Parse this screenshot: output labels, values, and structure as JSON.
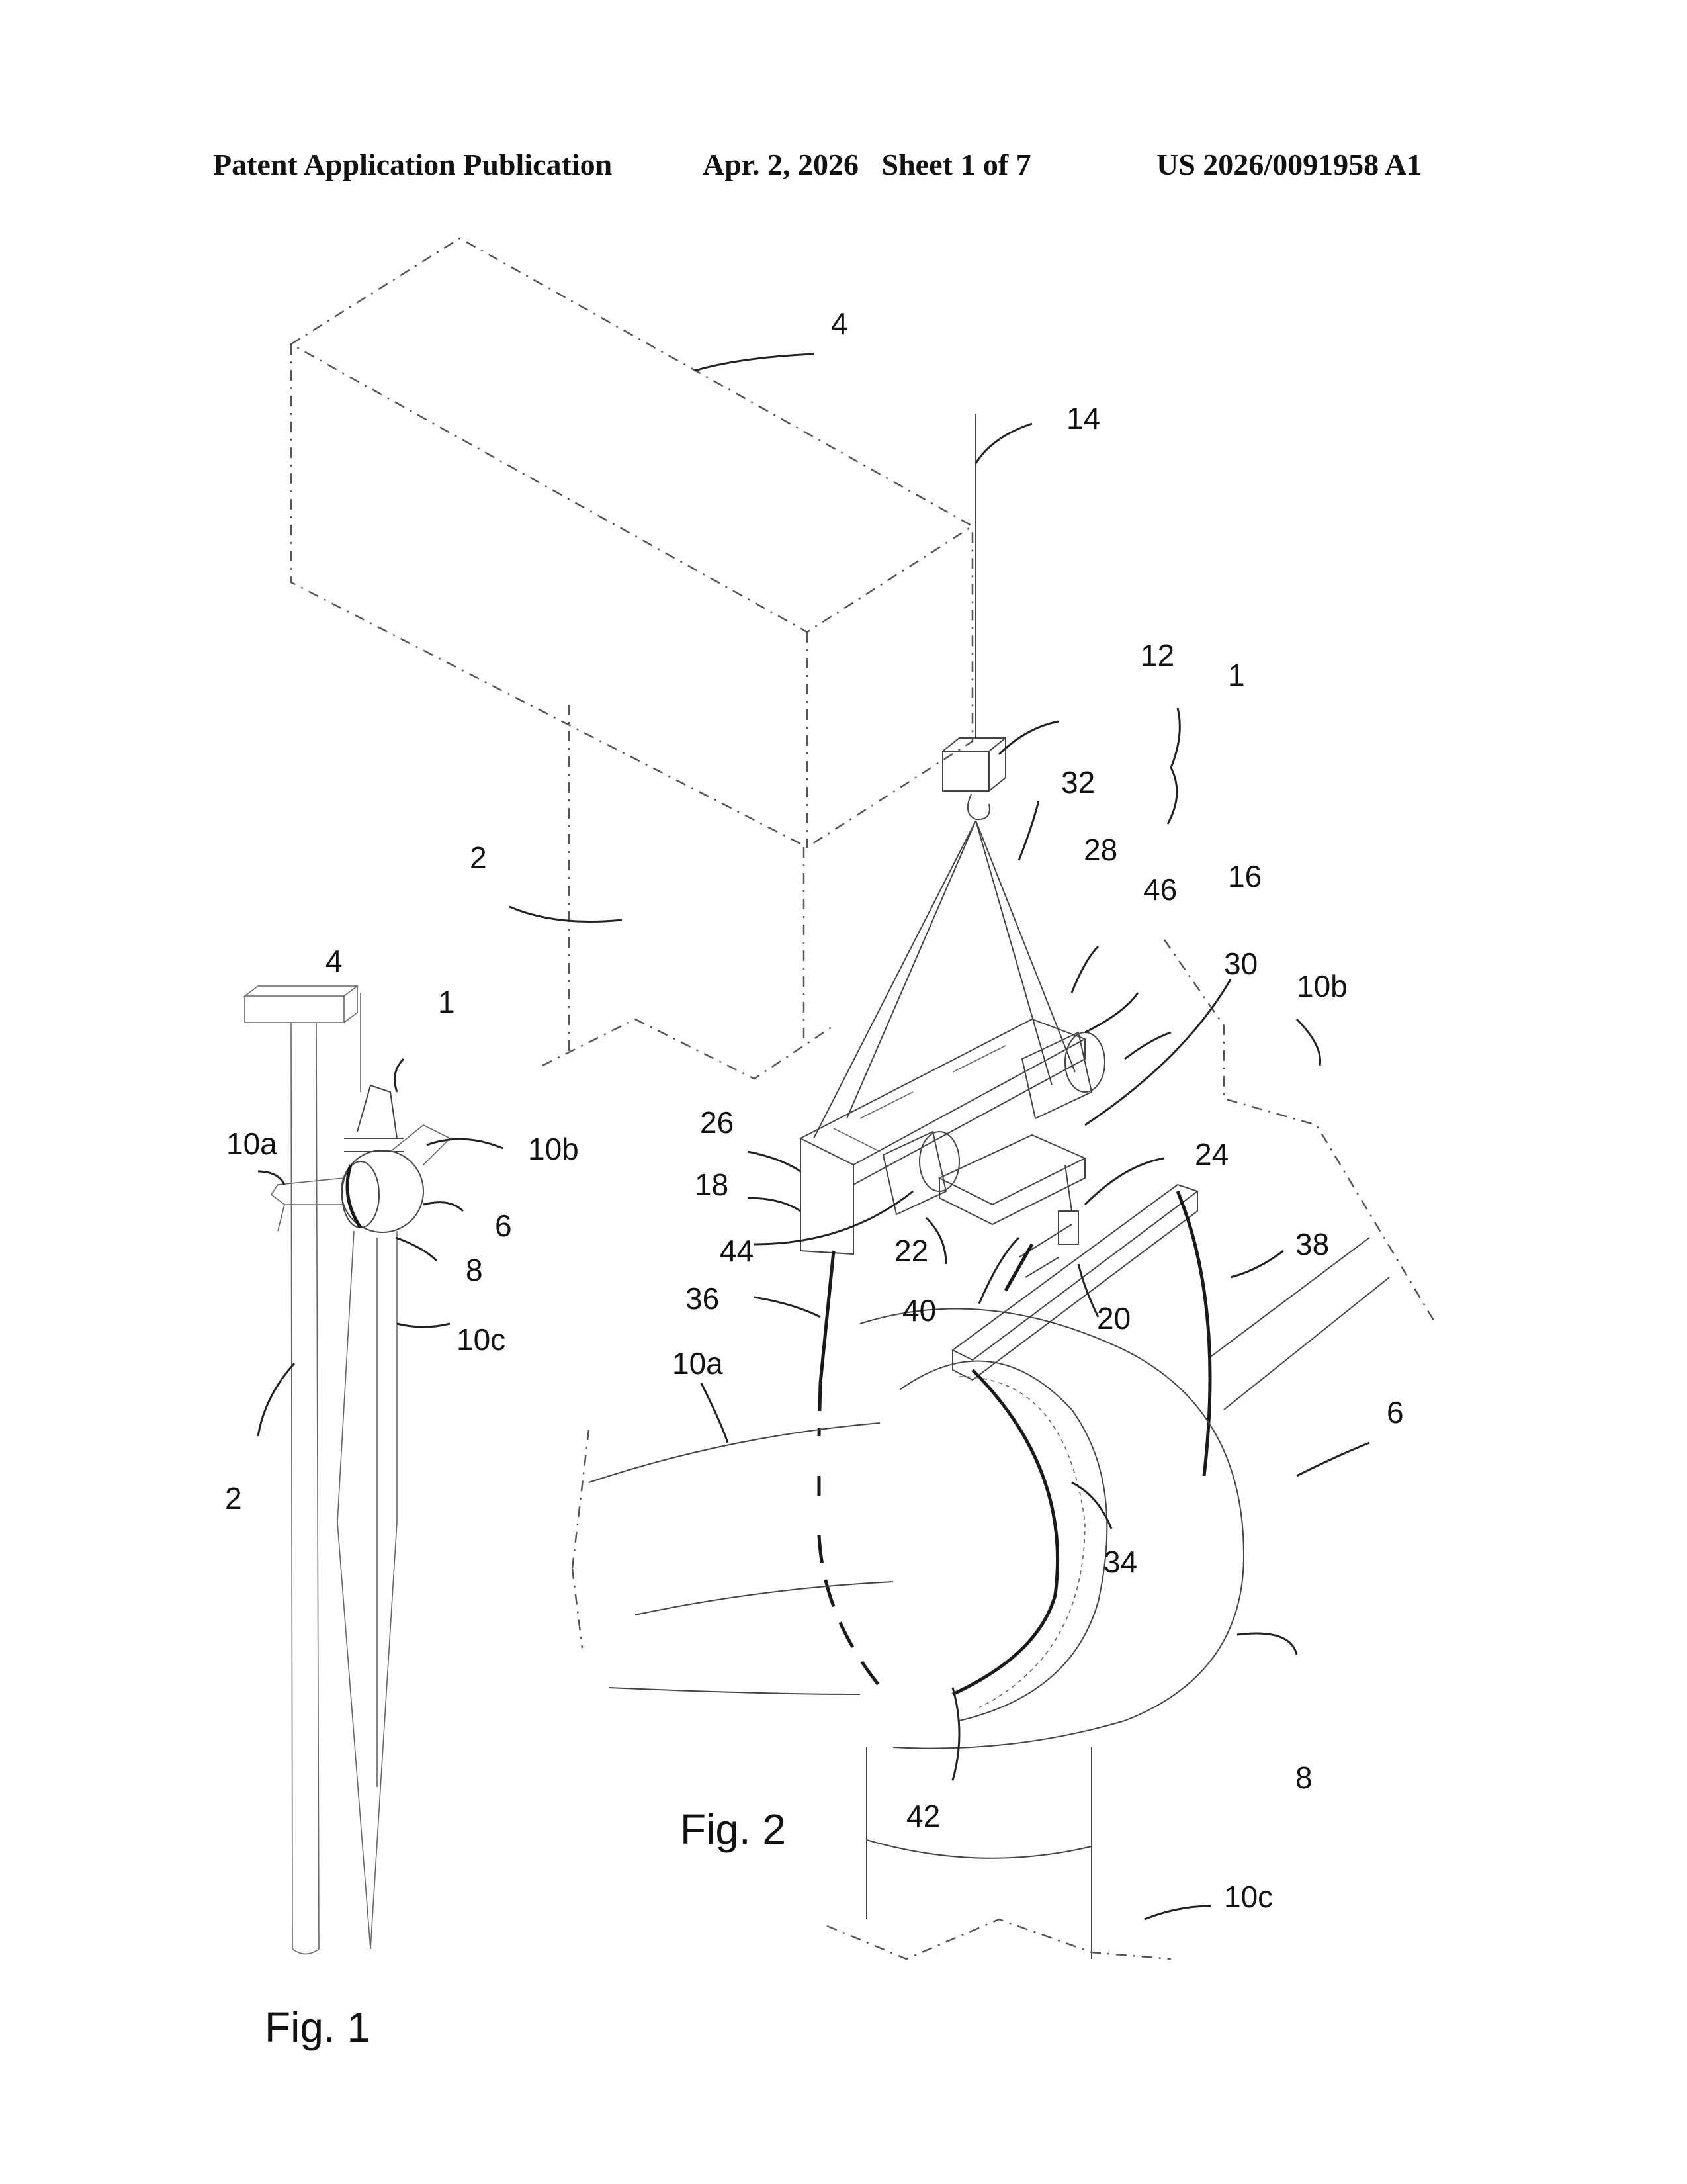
{
  "header": {
    "publication": "Patent Application Publication",
    "date_sheet": "Apr. 2, 2026   Sheet 1 of 7",
    "number": "US 2026/0091958 A1"
  },
  "figures": {
    "fig1": {
      "caption": "Fig. 1",
      "labels": {
        "r4": "4",
        "r1": "1",
        "r10a": "10a",
        "r10b": "10b",
        "r6": "6",
        "r8": "8",
        "r10c": "10c",
        "r2": "2"
      }
    },
    "fig2": {
      "caption": "Fig. 2",
      "labels": {
        "r4": "4",
        "r14": "14",
        "r12": "12",
        "r1": "1",
        "r32": "32",
        "r2": "2",
        "r28": "28",
        "r46": "46",
        "r16": "16",
        "r30": "30",
        "r10b": "10b",
        "r26": "26",
        "r24": "24",
        "r18": "18",
        "r44": "44",
        "r22": "22",
        "r38": "38",
        "r36": "36",
        "r40": "40",
        "r20": "20",
        "r10a": "10a",
        "r6": "6",
        "r34": "34",
        "r8": "8",
        "r42": "42",
        "r10c": "10c"
      }
    }
  }
}
